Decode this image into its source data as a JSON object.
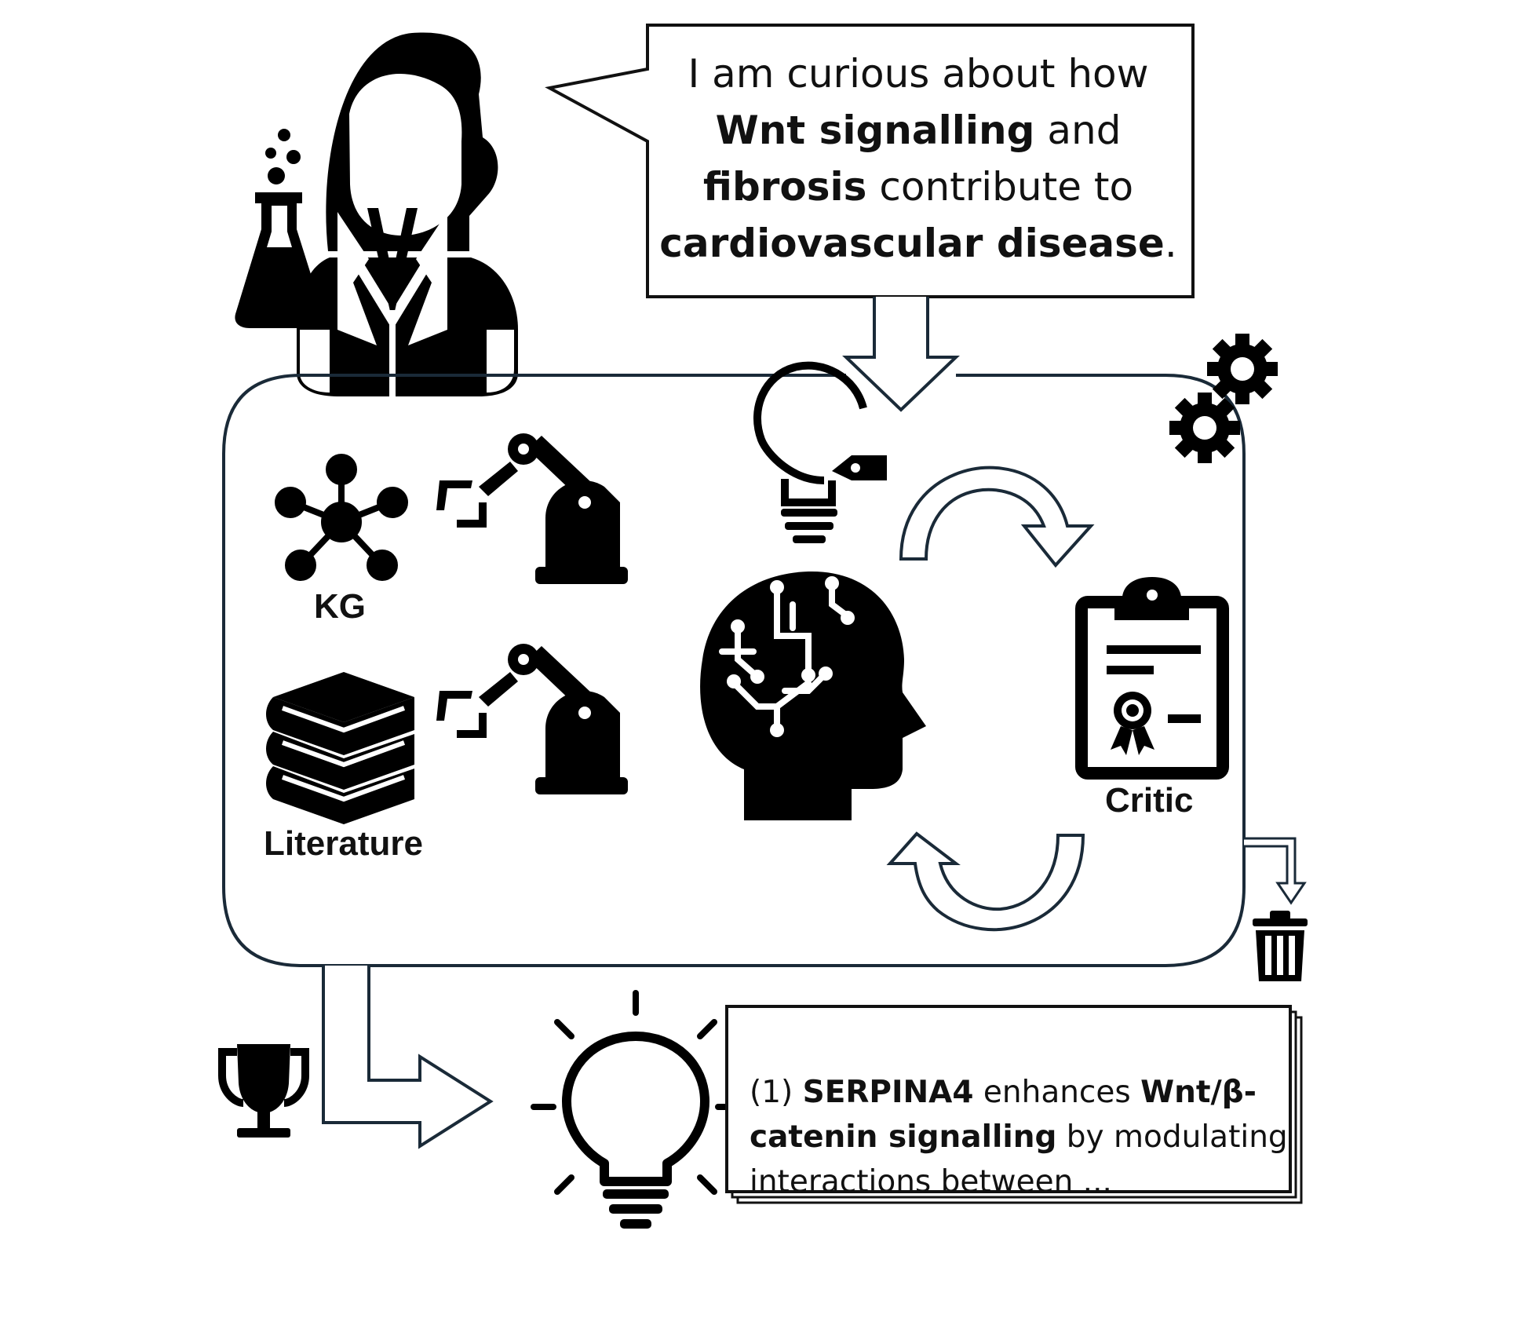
{
  "speech": {
    "part1": "I am curious about how",
    "term1": "Wnt signalling",
    "part2": "and",
    "term2": "fibrosis",
    "part3": "contribute to",
    "term3": "cardiovascular disease",
    "part4": "."
  },
  "labels": {
    "kg": "KG",
    "literature": "Literature",
    "critic": "Critic"
  },
  "hypothesis": {
    "prefix": "(1)",
    "term1": "SERPINA4",
    "part1": "enhances",
    "term2": "Wnt/β-catenin signalling",
    "part2": "by modulating interactions between ..."
  },
  "icons": [
    "scientist-icon",
    "flask-icon",
    "speech-bubble",
    "gear-icon",
    "knowledge-graph-icon",
    "robot-arm-icon",
    "books-icon",
    "lightbulb-tag-icon",
    "ai-head-icon",
    "clipboard-certificate-icon",
    "cycle-arrow-icon",
    "trash-icon",
    "trophy-icon",
    "lightbulb-icon"
  ],
  "colors": {
    "outline": "#1a2a38",
    "ink": "#000000"
  }
}
